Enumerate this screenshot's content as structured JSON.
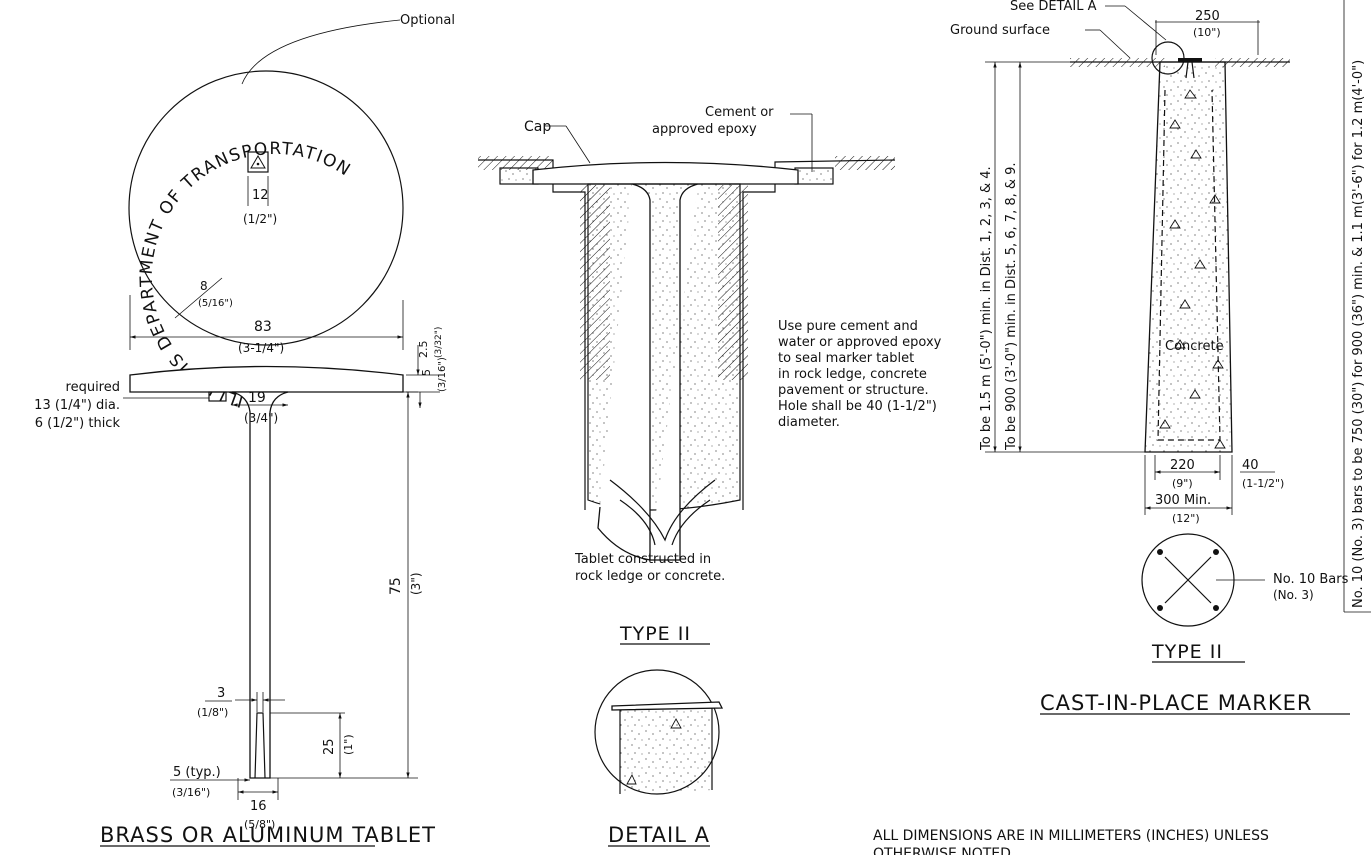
{
  "tablet": {
    "optional_label": "Optional",
    "ring_text": "ILLINOIS DEPARTMENT OF TRANSPORTATION",
    "dim_12": "12",
    "dim_12_in": "(1/2\")",
    "dim_8": "8",
    "dim_8_in": "(5/16\")",
    "dim_83": "83",
    "dim_83_in": "(3-1/4\")",
    "dim_2_5": "2.5",
    "dim_2_5_in": "(3/32\")",
    "dim_19": "19",
    "dim_19_in": "(3/4\")",
    "dim_5": "5",
    "dim_5_in": "(3/16\")",
    "required_l1": "required",
    "required_l2": "13 (1/4\") dia.",
    "required_l3": "6 (1/2\") thick",
    "dim_75": "75",
    "dim_75_in": "(3\")",
    "dim_3": "3",
    "dim_3_in": "(1/8\")",
    "dim_25": "25",
    "dim_25_in": "(1\")",
    "dim_5typ": "5 (typ.)",
    "dim_5typ_in": "(3/16\")",
    "dim_16": "16",
    "dim_16_in": "(5/8\")",
    "title": "BRASS OR ALUMINUM TABLET"
  },
  "type2": {
    "cap": "Cap",
    "cement_l1": "Cement or",
    "cement_l2": "approved epoxy",
    "note": [
      "Use pure cement and",
      "water or approved epoxy",
      "to seal marker tablet",
      "in rock ledge, concrete",
      "pavement or structure.",
      "Hole shall be 40 (1-1/2\")",
      "diameter."
    ],
    "tablet_l1": "Tablet constructed in",
    "tablet_l2": "rock ledge or concrete.",
    "title": "TYPE II",
    "detail_title": "DETAIL A"
  },
  "marker": {
    "see_detail": "See DETAIL A",
    "ground": "Ground surface",
    "dim_250": "250",
    "dim_250_in": "(10\")",
    "vert1": "To be 1.5 m (5'-0\") min. in Dist. 1, 2, 3, & 4.",
    "vert2": "To be 900 (3'-0\") min. in Dist. 5, 6, 7, 8, & 9.",
    "vert3": "No. 10 (No. 3) bars to be 750 (30\") for 900 (36\") min. & 1.1 m(3'-6\") for 1.2 m(4'-0\")",
    "concrete": "Concrete",
    "dim_220": "220",
    "dim_220_in": "(9\")",
    "dim_40": "40",
    "dim_40_in": "(1-1/2\")",
    "dim_300": "300 Min.",
    "dim_300_in": "(12\")",
    "bars_l1": "No. 10 Bars",
    "bars_l2": "(No. 3)",
    "type_title": "TYPE II",
    "title": "CAST-IN-PLACE MARKER"
  },
  "footer": {
    "line1": "ALL DIMENSIONS ARE IN MILLIMETERS (INCHES) UNLESS",
    "line2": "OTHERWISE NOTED."
  }
}
